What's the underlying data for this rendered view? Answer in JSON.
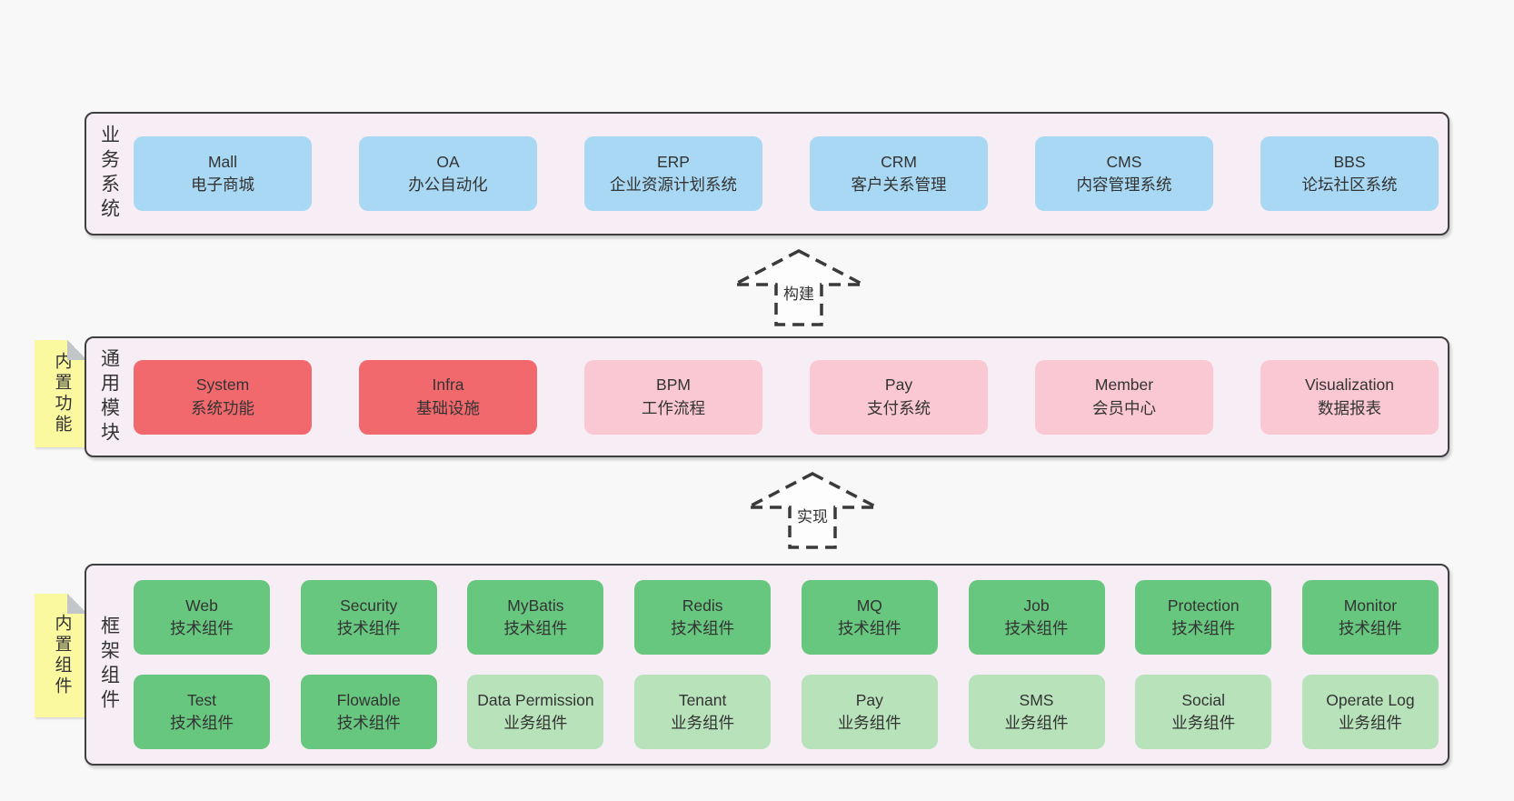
{
  "diagram": {
    "layers": [
      {
        "label": "业务系统",
        "boxes": [
          {
            "name": "Mall",
            "desc": "电子商城"
          },
          {
            "name": "OA",
            "desc": "办公自动化"
          },
          {
            "name": "ERP",
            "desc": "企业资源计划系统"
          },
          {
            "name": "CRM",
            "desc": "客户关系管理"
          },
          {
            "name": "CMS",
            "desc": "内容管理系统"
          },
          {
            "name": "BBS",
            "desc": "论坛社区系统"
          }
        ]
      },
      {
        "label": "通用模块",
        "note": "内置功能",
        "boxes": [
          {
            "name": "System",
            "desc": "系统功能"
          },
          {
            "name": "Infra",
            "desc": "基础设施"
          },
          {
            "name": "BPM",
            "desc": "工作流程"
          },
          {
            "name": "Pay",
            "desc": "支付系统"
          },
          {
            "name": "Member",
            "desc": "会员中心"
          },
          {
            "name": "Visualization",
            "desc": "数据报表"
          }
        ]
      },
      {
        "label": "框架组件",
        "note": "内置组件",
        "rows": [
          [
            {
              "name": "Web",
              "desc": "技术组件"
            },
            {
              "name": "Security",
              "desc": "技术组件"
            },
            {
              "name": "MyBatis",
              "desc": "技术组件"
            },
            {
              "name": "Redis",
              "desc": "技术组件"
            },
            {
              "name": "MQ",
              "desc": "技术组件"
            },
            {
              "name": "Job",
              "desc": "技术组件"
            },
            {
              "name": "Protection",
              "desc": "技术组件"
            },
            {
              "name": "Monitor",
              "desc": "技术组件"
            }
          ],
          [
            {
              "name": "Test",
              "desc": "技术组件"
            },
            {
              "name": "Flowable",
              "desc": "技术组件"
            },
            {
              "name": "Data Permission",
              "desc": "业务组件"
            },
            {
              "name": "Tenant",
              "desc": "业务组件"
            },
            {
              "name": "Pay",
              "desc": "业务组件"
            },
            {
              "name": "SMS",
              "desc": "业务组件"
            },
            {
              "name": "Social",
              "desc": "业务组件"
            },
            {
              "name": "Operate Log",
              "desc": "业务组件"
            }
          ]
        ]
      }
    ],
    "arrows": [
      {
        "label": "构建"
      },
      {
        "label": "实现"
      }
    ],
    "colors": {
      "page_bg": "#f8f8f8",
      "panel_bg": "#f7eef5",
      "panel_border": "#3f3f3f",
      "blue": "#a8d8f3",
      "red": "#f1696c",
      "pink": "#f9c8d2",
      "green": "#68c77f",
      "light_green": "#b7e2ba",
      "note_yellow": "#fbf9a0",
      "text": "#333333"
    }
  }
}
